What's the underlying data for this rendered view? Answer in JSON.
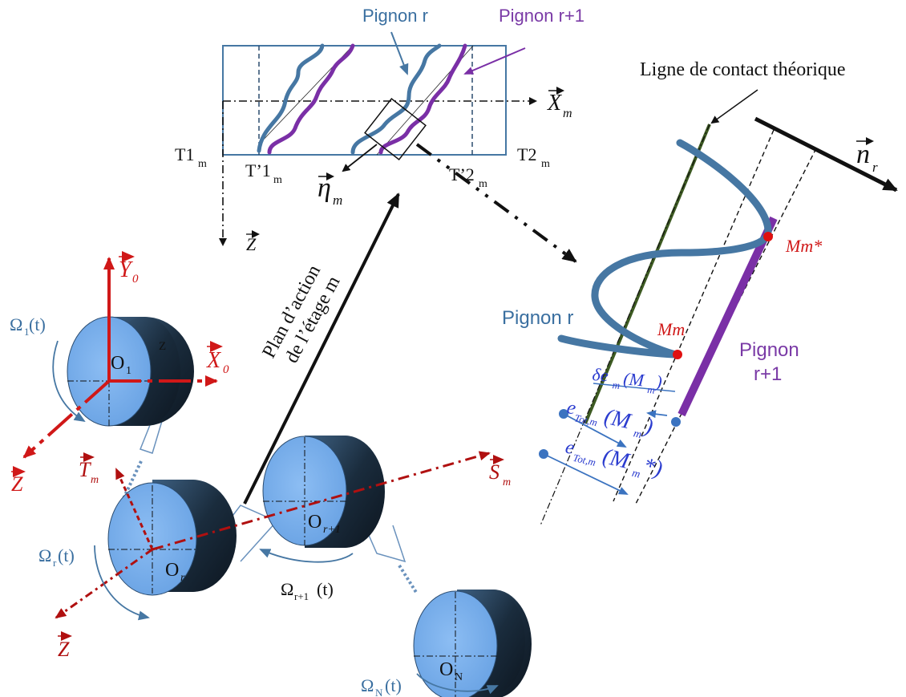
{
  "labels": {
    "pinion_r_top": "Pignon r",
    "pinion_r1_top": "Pignon r+1",
    "xm": "X",
    "xm_sub": "m",
    "eta": "η",
    "eta_sub": "m",
    "t1m": "T1",
    "t1m_sub": "m",
    "tp1m": "T’1",
    "tp1m_sub": "m",
    "tp2m": "T’2",
    "tp2m_sub": "m",
    "t2m": "T2",
    "t2m_sub": "m",
    "z_top": "Z",
    "contact_line": "Ligne de contact théorique",
    "nr": "n",
    "nr_sub": "r",
    "mm_star": "Mm*",
    "mm": "Mm",
    "pinion_r_right": "Pignon r",
    "pinion_r1_right_a": "Pignon",
    "pinion_r1_right_b": "r+1",
    "delta_e": "δe",
    "delta_e_sub": "m",
    "delta_e_arg": "(M",
    "delta_e_arg_sub": "m",
    "delta_e_close": ")",
    "etot1": "e",
    "etot1_sub": "Tot,m",
    "etot1_arg": "(M",
    "etot1_arg_sub": "m",
    "etot1_close": ")",
    "etot2": "e",
    "etot2_sub": "Tot,m",
    "etot2_arg": "(M",
    "etot2_arg_sub": "m",
    "etot2_close": "*)",
    "plan_line1": "Plan d’action",
    "plan_line2": "de l’étage m",
    "y0": "Y",
    "y0_sub": "0",
    "x0": "X",
    "x0_sub": "0",
    "z_left_red": "Z",
    "omega1": "Ω",
    "omega1_sub": "1",
    "omega1_t": "(t)",
    "o1": "O",
    "o1_sub": "1",
    "z_small": "Z",
    "tm": "T",
    "tm_sub": "m",
    "sm": "S",
    "sm_sub": "m",
    "omegar": "Ω",
    "omegar_sub": "r",
    "omegar_t": "(t)",
    "or": "O",
    "or_sub": "r",
    "orp1": "O",
    "orp1_sub": "r+1",
    "omegarp1": "Ω",
    "omegarp1_sub": "r+1",
    "omegarp1_t": "(t)",
    "z_bottom": "Z",
    "on": "O",
    "on_sub": "N",
    "omegan": "Ω",
    "omegan_sub": "N",
    "omegan_t": "(t)"
  },
  "colors": {
    "gear_face": "#7fb2ec",
    "gear_side": "#1e3346",
    "profile_blue": "#4677a3",
    "profile_purple": "#7a2fa6",
    "axis_red": "#d01818",
    "dark_red": "#b01010",
    "contact_green": "#3d5a22",
    "navy_text": "#2b3ccf",
    "arrow_blue": "#3b73c0"
  }
}
